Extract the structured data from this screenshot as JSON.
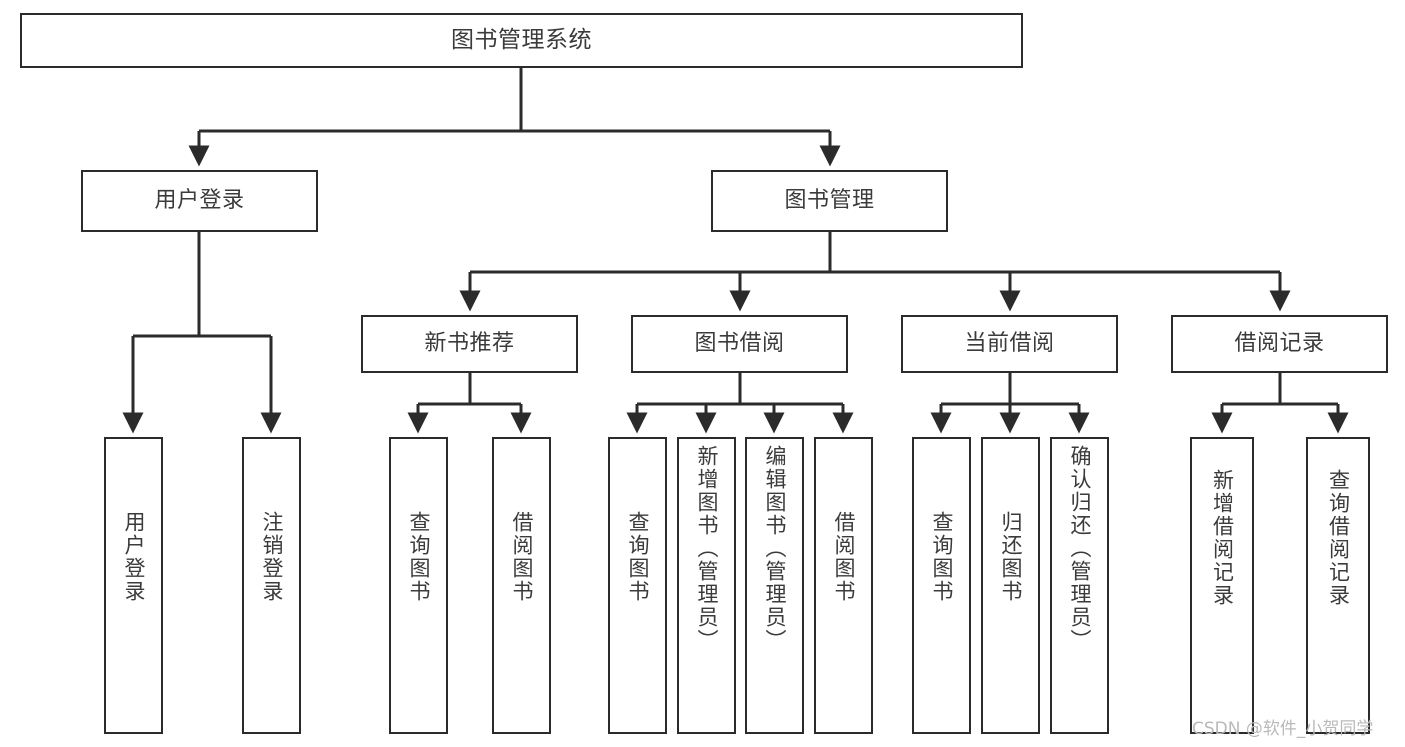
{
  "diagram": {
    "title": "图书管理系统",
    "type": "tree-hierarchy-chart",
    "colors": {
      "box_border": "#2b2b2b",
      "box_fill": "#ffffff",
      "text": "#3b3b3b",
      "edge": "#2b2b2b",
      "watermark": "#b9b9b9",
      "background": "#ffffff"
    }
  },
  "nodes": {
    "root": {
      "label": "图书管理系统"
    },
    "level2": [
      {
        "id": "user-login",
        "label": "用户登录"
      },
      {
        "id": "book-management",
        "label": "图书管理"
      }
    ],
    "level3": [
      {
        "id": "new-book-recommend",
        "label": "新书推荐"
      },
      {
        "id": "book-borrow",
        "label": "图书借阅"
      },
      {
        "id": "current-borrow",
        "label": "当前借阅"
      },
      {
        "id": "borrow-record",
        "label": "借阅记录"
      }
    ],
    "leaves": {
      "user_login": [
        {
          "id": "leaf-user-login",
          "label": "用户登录"
        },
        {
          "id": "leaf-logout-login",
          "label": "注销登录"
        }
      ],
      "new_book_recommend": [
        {
          "id": "leaf-query-book-1",
          "label": "查询图书"
        },
        {
          "id": "leaf-borrow-book-1",
          "label": "借阅图书"
        }
      ],
      "book_borrow": [
        {
          "id": "leaf-query-book-2",
          "label": "查询图书"
        },
        {
          "id": "leaf-add-book",
          "label": "新增图书（管理员）"
        },
        {
          "id": "leaf-edit-book",
          "label": "编辑图书（管理员）"
        },
        {
          "id": "leaf-borrow-book-2",
          "label": "借阅图书"
        }
      ],
      "current_borrow": [
        {
          "id": "leaf-query-book-3",
          "label": "查询图书"
        },
        {
          "id": "leaf-return-book",
          "label": "归还图书"
        },
        {
          "id": "leaf-confirm-return",
          "label": "确认归还（管理员）"
        }
      ],
      "borrow_record": [
        {
          "id": "leaf-add-borrow-record",
          "label": "新增借阅记录"
        },
        {
          "id": "leaf-query-borrow-record",
          "label": "查询借阅记录"
        }
      ]
    }
  },
  "watermark": {
    "text": "CSDN @软件_小贺同学"
  }
}
